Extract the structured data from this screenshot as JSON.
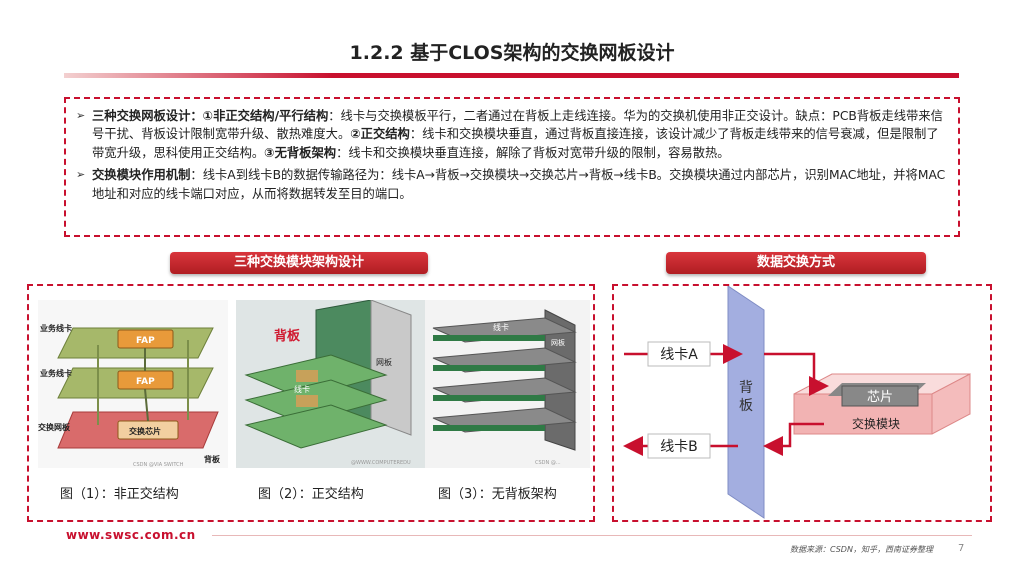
{
  "header": {
    "title": "1.2.2 基于CLOS架构的交换网板设计"
  },
  "intro": {
    "bullet1": {
      "lead": "三种交换网板设计：①非正交结构/平行结构",
      "t1": "：线卡与交换模板平行，二者通过在背板上走线连接。华为的交换机使用非正交设计。缺点：PCB背板走线带来信号干扰、背板设计限制宽带升级、散热难度大。",
      "lead2": "②正交结构",
      "t2": "：线卡和交换模块垂直，通过背板直接连接，该设计减少了背板走线带来的信号衰减，但是限制了带宽升级，思科使用正交结构。",
      "lead3": "③无背板架构",
      "t3": "：线卡和交换模块垂直连接，解除了背板对宽带升级的限制，容易散热。"
    },
    "bullet2": {
      "lead": "交换模块作用机制",
      "t1": "：线卡A到线卡B的数据传输路径为：线卡A→背板→交换模块→交换芯片→背板→线卡B。交换模块通过内部芯片，识别MAC地址，并将MAC地址和对应的线卡端口对应，从而将数据转发至目的端口。"
    }
  },
  "sections": {
    "left_title": "三种交换模块架构设计",
    "right_title": "数据交换方式"
  },
  "figures": {
    "fig1": {
      "caption": "图（1）：非正交结构",
      "labels": {
        "line_card_1": "业务线卡",
        "line_card_2": "业务线卡",
        "switch_board": "交换网板",
        "fap1": "FAP",
        "fap2": "FAP",
        "chip": "交换芯片",
        "backplane": "背板",
        "watermark": "CSDN @VIA SWITCH"
      }
    },
    "fig2": {
      "caption": "图（2）：正交结构",
      "labels": {
        "backplane": "背板",
        "line_card": "线卡",
        "switch_board": "网板",
        "watermark": "@WWW.COMPUTEREDU"
      }
    },
    "fig3": {
      "caption": "图（3）：无背板架构",
      "labels": {
        "line_card": "线卡",
        "switch_board": "网板",
        "watermark": "CSDN @..."
      }
    }
  },
  "diagram": {
    "card_a": "线卡A",
    "card_b": "线卡B",
    "backplane_1": "背",
    "backplane_2": "板",
    "chip": "芯片",
    "module": "交换模块"
  },
  "footer": {
    "url": "www.swsc.com.cn",
    "source": "数据来源：CSDN，知乎，西南证券整理",
    "page": "7"
  },
  "colors": {
    "accent": "#c8102e",
    "backplane": "#9aa8d8",
    "module": "#f4c4c4"
  }
}
